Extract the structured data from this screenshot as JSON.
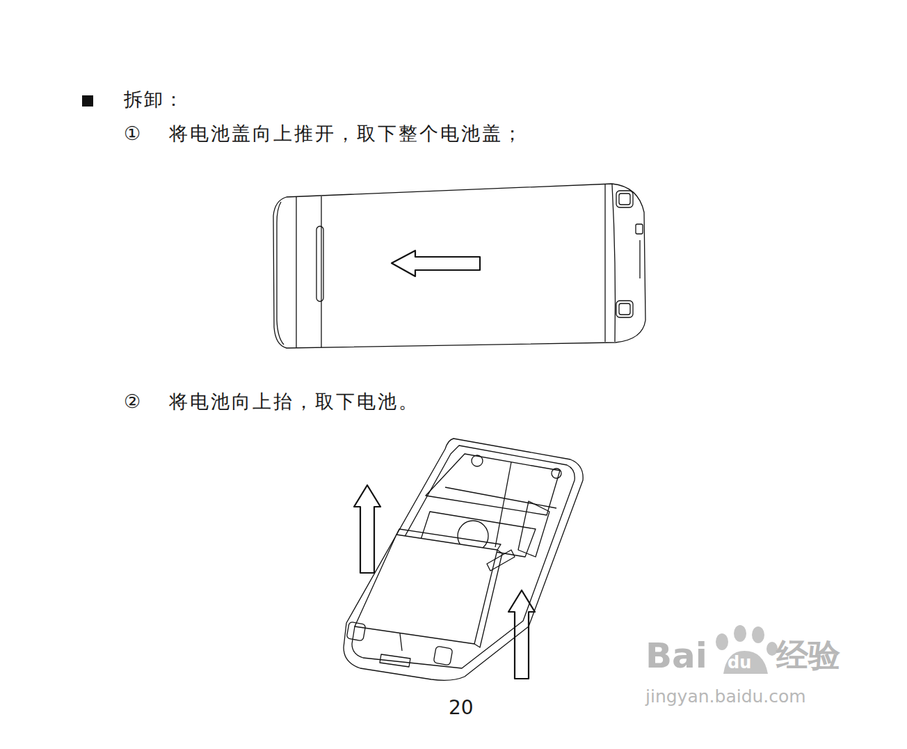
{
  "diagram": {
    "title": "拆卸：",
    "labels": [
      "①",
      "将电池盖向上推开，取下整个电池盖；",
      "②",
      "将电池向上抬，取下电池。",
      "20",
      "Bai",
      "du",
      "经验",
      "jingyan.baidu.com"
    ]
  }
}
